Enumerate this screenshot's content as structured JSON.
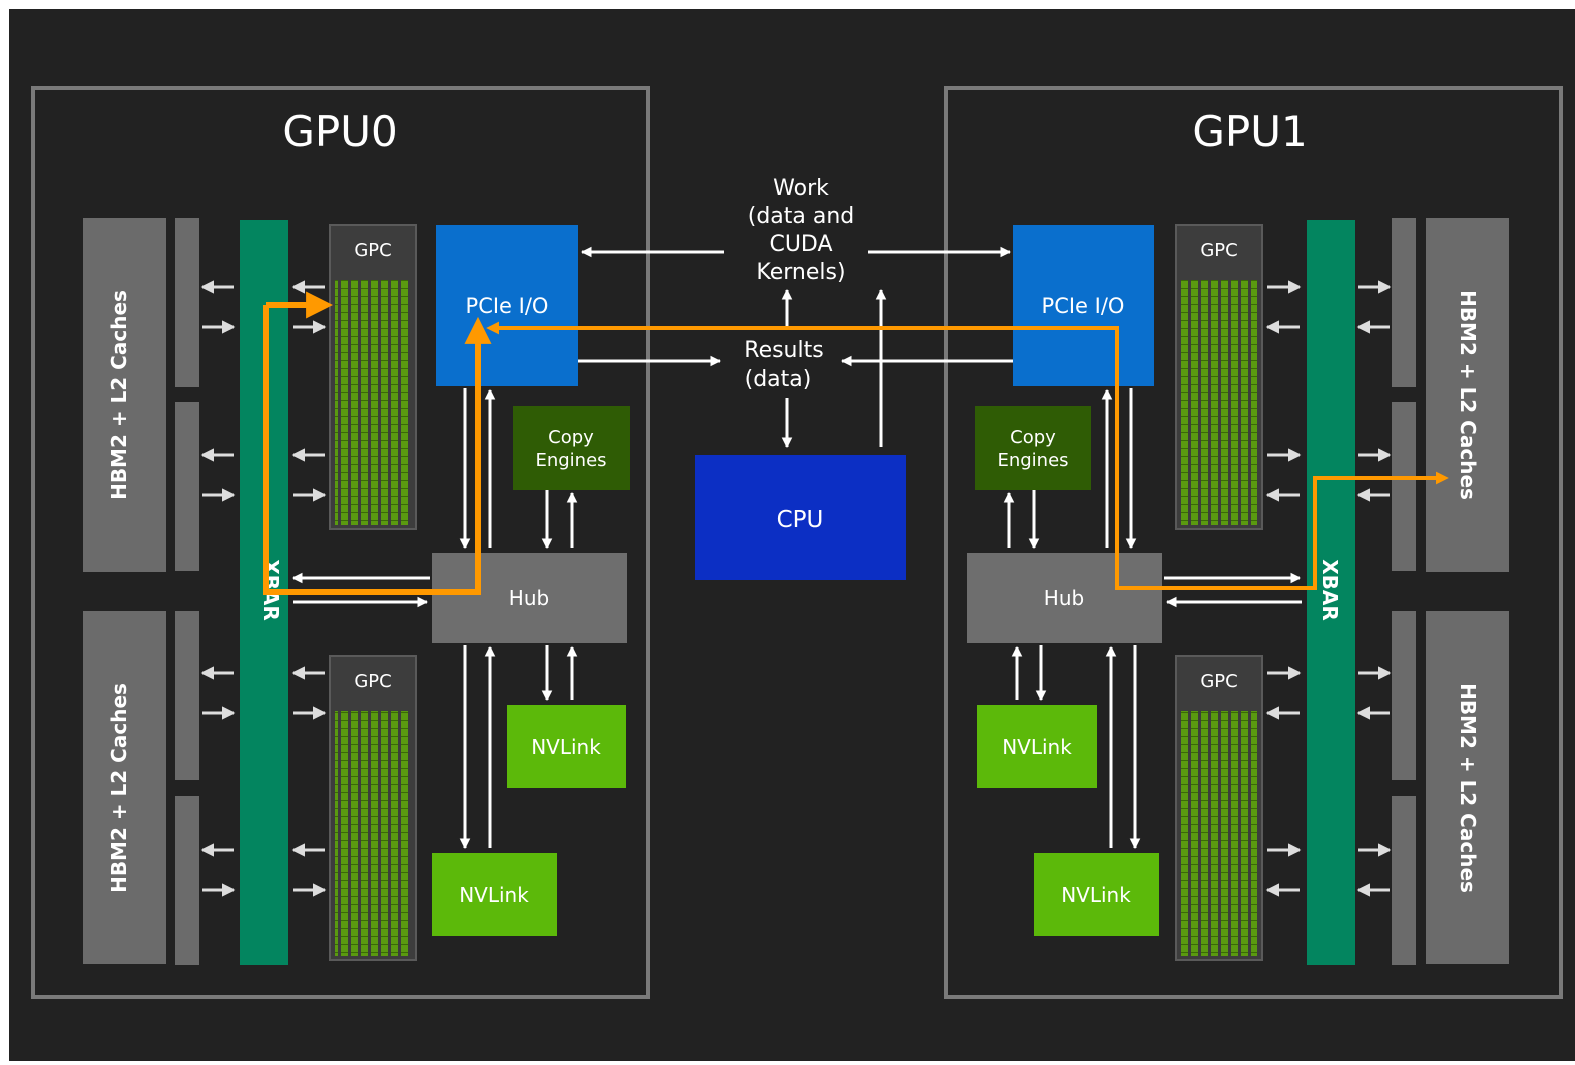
{
  "gpus": [
    {
      "title": "GPU0",
      "pcie": "PCIe I/O",
      "copy_engines": [
        "Copy",
        "Engines"
      ],
      "hub": "Hub",
      "xbar": "XBAR",
      "gpc": [
        "GPC",
        "GPC"
      ],
      "nvlink": [
        "NVLink",
        "NVLink"
      ],
      "memory": [
        "HBM2 + L2 Caches",
        "HBM2 + L2 Caches"
      ]
    },
    {
      "title": "GPU1",
      "pcie": "PCIe I/O",
      "copy_engines": [
        "Copy",
        "Engines"
      ],
      "hub": "Hub",
      "xbar": "XBAR",
      "gpc": [
        "GPC",
        "GPC"
      ],
      "nvlink": [
        "NVLink",
        "NVLink"
      ],
      "memory": [
        "HBM2 + L2 Caches",
        "HBM2 + L2 Caches"
      ]
    }
  ],
  "cpu": {
    "label": "CPU"
  },
  "work_label": [
    "Work",
    "(data and",
    "CUDA",
    "Kernels)"
  ],
  "results_label": [
    "Results",
    "(data)"
  ],
  "colors": {
    "background": "#222222",
    "panel_border": "#7a7a7a",
    "memory": "#6b6b6b",
    "xbar": "#03855f",
    "pcie": "#0a6fcd",
    "cpu": "#0c2fc4",
    "copy_engines": "#2f5c05",
    "nvlink": "#5cb90a",
    "hub": "#6e6e6e",
    "data_path": "#ff9900",
    "arrows": "#dddddd"
  },
  "icons": [
    "arrow-icon"
  ]
}
